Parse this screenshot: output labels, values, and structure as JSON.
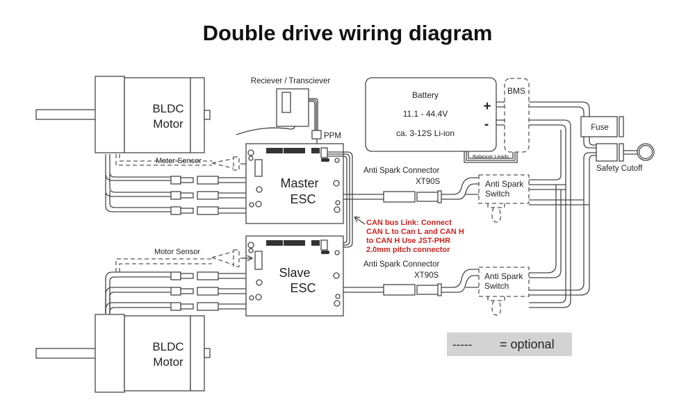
{
  "title": "Double drive wiring diagram",
  "motor_top": {
    "line1": "BLDC",
    "line2": "Motor"
  },
  "motor_bottom": {
    "line1": "BLDC",
    "line2": "Motor"
  },
  "receiver": {
    "label": "Reciever / Transciever",
    "port_label": "PPM"
  },
  "master_esc": {
    "line1": "Master",
    "line2": "ESC"
  },
  "slave_esc": {
    "line1": "Slave",
    "line2": "ESC"
  },
  "motor_sensor_top": "Motor Sensor",
  "motor_sensor_bottom": "Motor Sensor",
  "battery": {
    "title": "Battery",
    "voltage": "11.1 - 44.4V",
    "cells": "ca. 3-12S Li-ion",
    "plus": "+",
    "minus": "-",
    "balancer": "Balancer Leads"
  },
  "bms": "BMS",
  "fuse": "Fuse",
  "safety_cutoff": "Safety Cutoff",
  "anti_spark_top": {
    "connector": "Anti Spark Connector",
    "model": "XT90S",
    "switch1": "Anti Spark",
    "switch2": "Switch"
  },
  "anti_spark_bottom": {
    "connector": "Anti Spark Connector",
    "model": "XT90S",
    "switch1": "Anti Spark",
    "switch2": "Switch"
  },
  "can_note": [
    "CAN bus Link: Connect",
    "CAN L to Can L and CAN H",
    "to CAN H Use JST-PHR",
    "2.0mm pitch connector"
  ],
  "legend": {
    "dashes": "-----",
    "text": "= optional"
  },
  "colors": {
    "note_red": "#d0201e",
    "legend_bg": "#d3d3d3",
    "line": "#444444"
  }
}
